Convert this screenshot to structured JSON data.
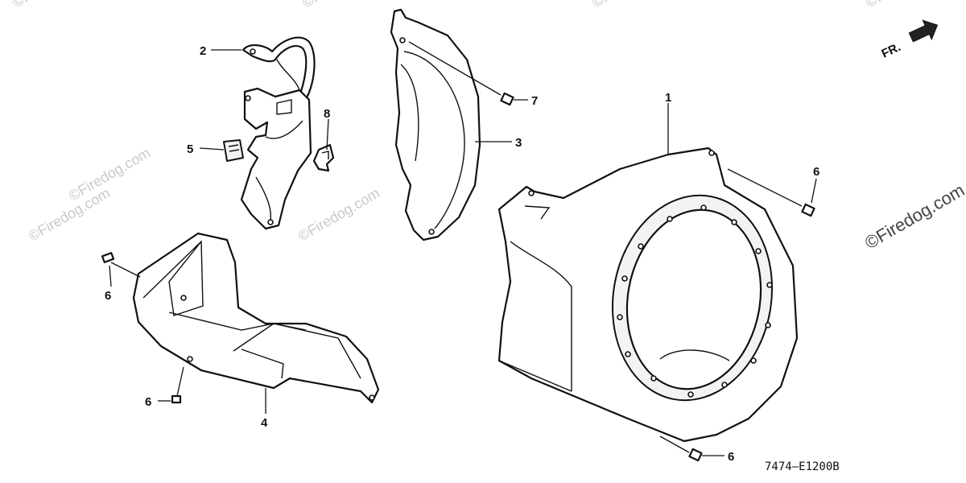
{
  "diagram": {
    "callouts": {
      "c1": "1",
      "c2": "2",
      "c3": "3",
      "c4": "4",
      "c5": "5",
      "c6a": "6",
      "c6b": "6",
      "c6c": "6",
      "c6d": "6",
      "c7": "7",
      "c8": "8"
    },
    "direction_label": "FR.",
    "drawing_code": "7474—E1200B",
    "watermark": "©Firedog.com",
    "icons": {
      "direction_arrow": "arrow-right-icon"
    }
  }
}
